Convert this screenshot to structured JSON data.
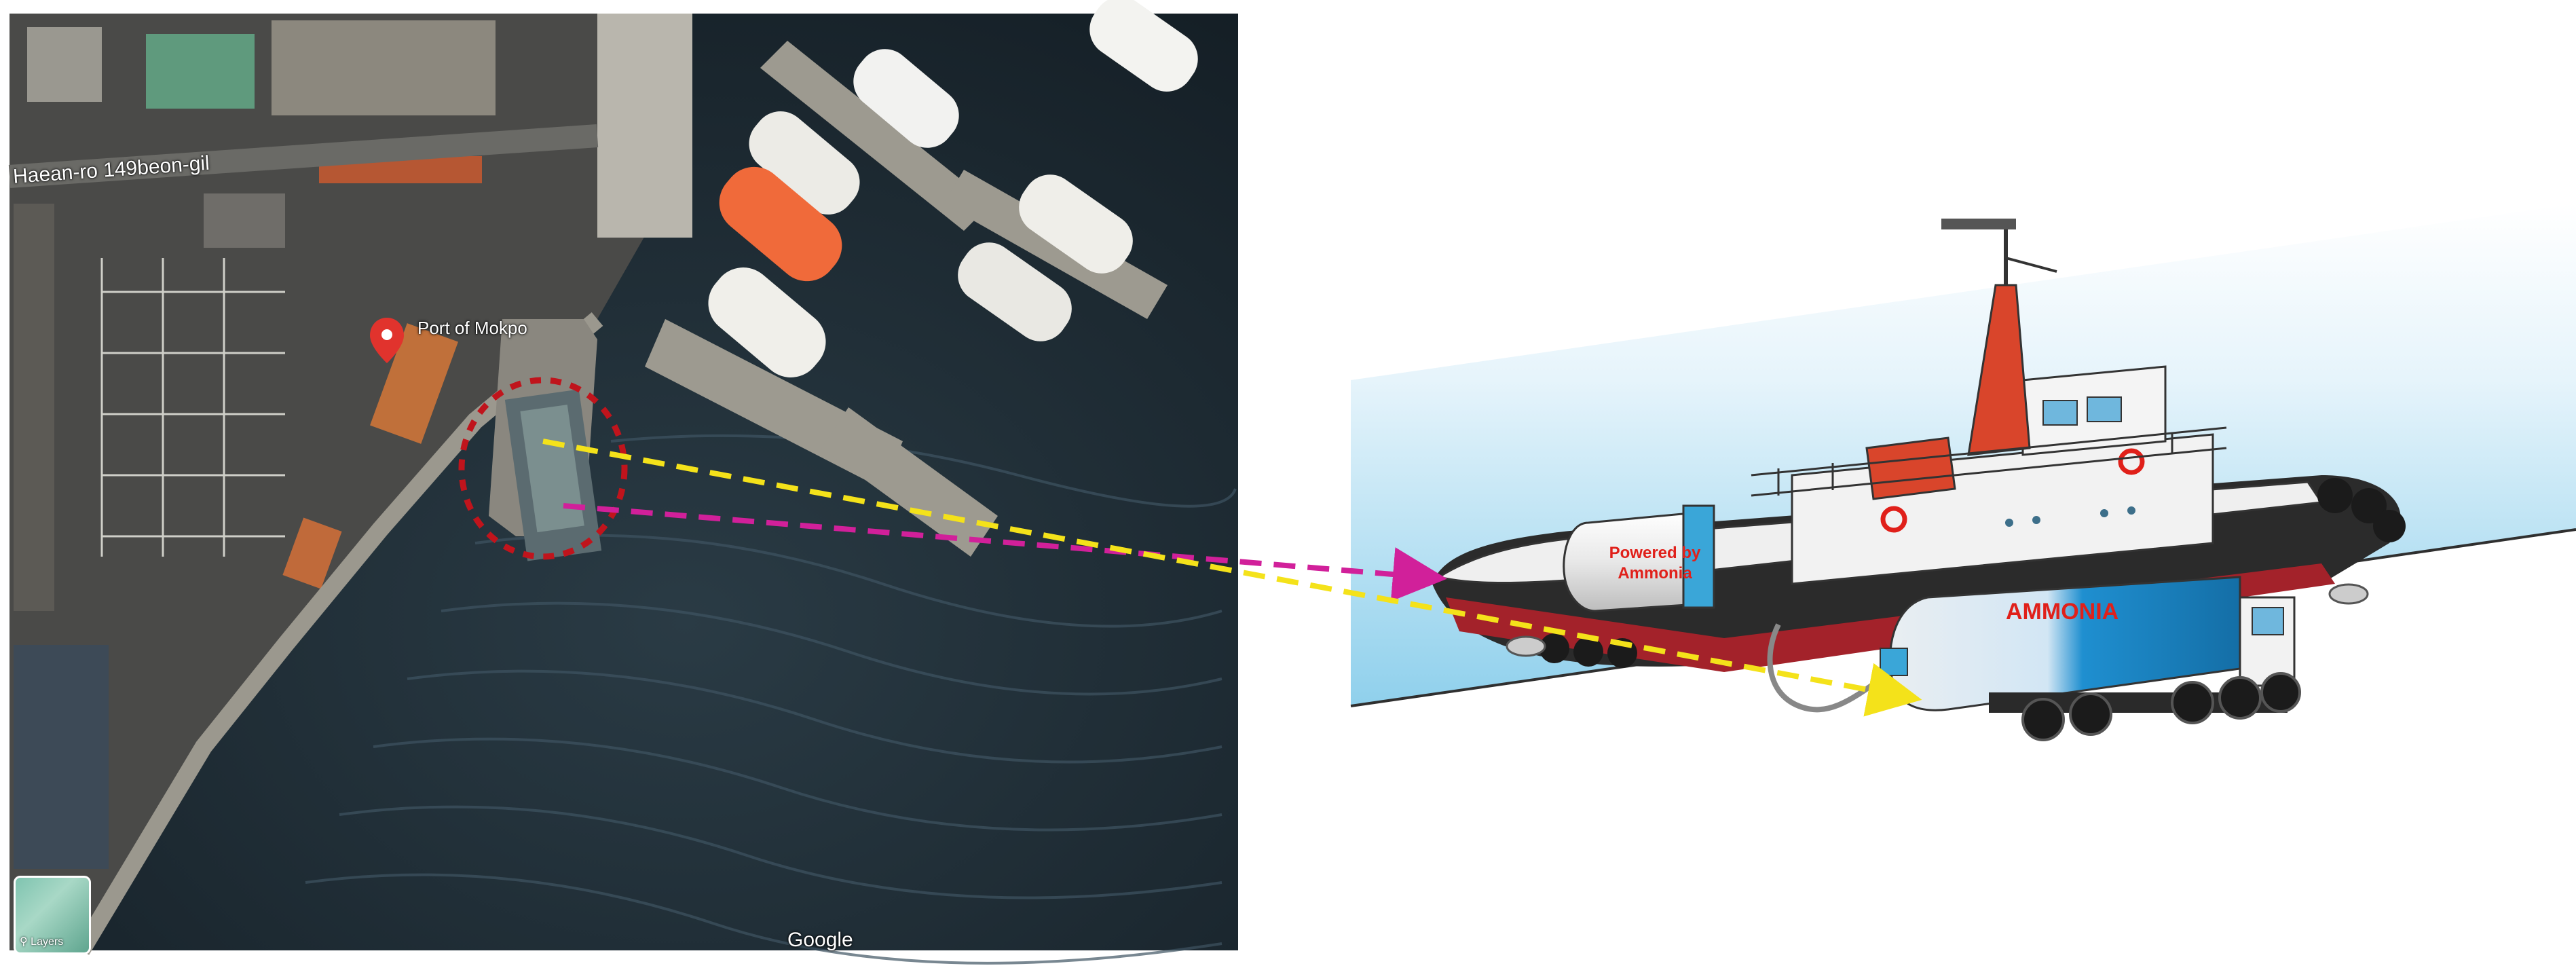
{
  "map": {
    "poi_label": "Port of Mokpo",
    "street_label": "Haean-ro 149beon-gil",
    "attribution": "Google",
    "layers_button_label": "Layers"
  },
  "illustration": {
    "tank_label": "Powered by Ammonia",
    "tanker_label": "AMMONIA"
  },
  "colors": {
    "water": "#1b2a33",
    "pier": "#8a877f",
    "highlight_circle": "#c0141c",
    "arrow_yellow": "#f4e21a",
    "arrow_magenta": "#d1209a",
    "sky_gradient_top": "#9fd7ee",
    "tanker_blue": "#1f8fd0",
    "hull_dark": "#2b2b2b",
    "funnel_red": "#d9452b"
  }
}
